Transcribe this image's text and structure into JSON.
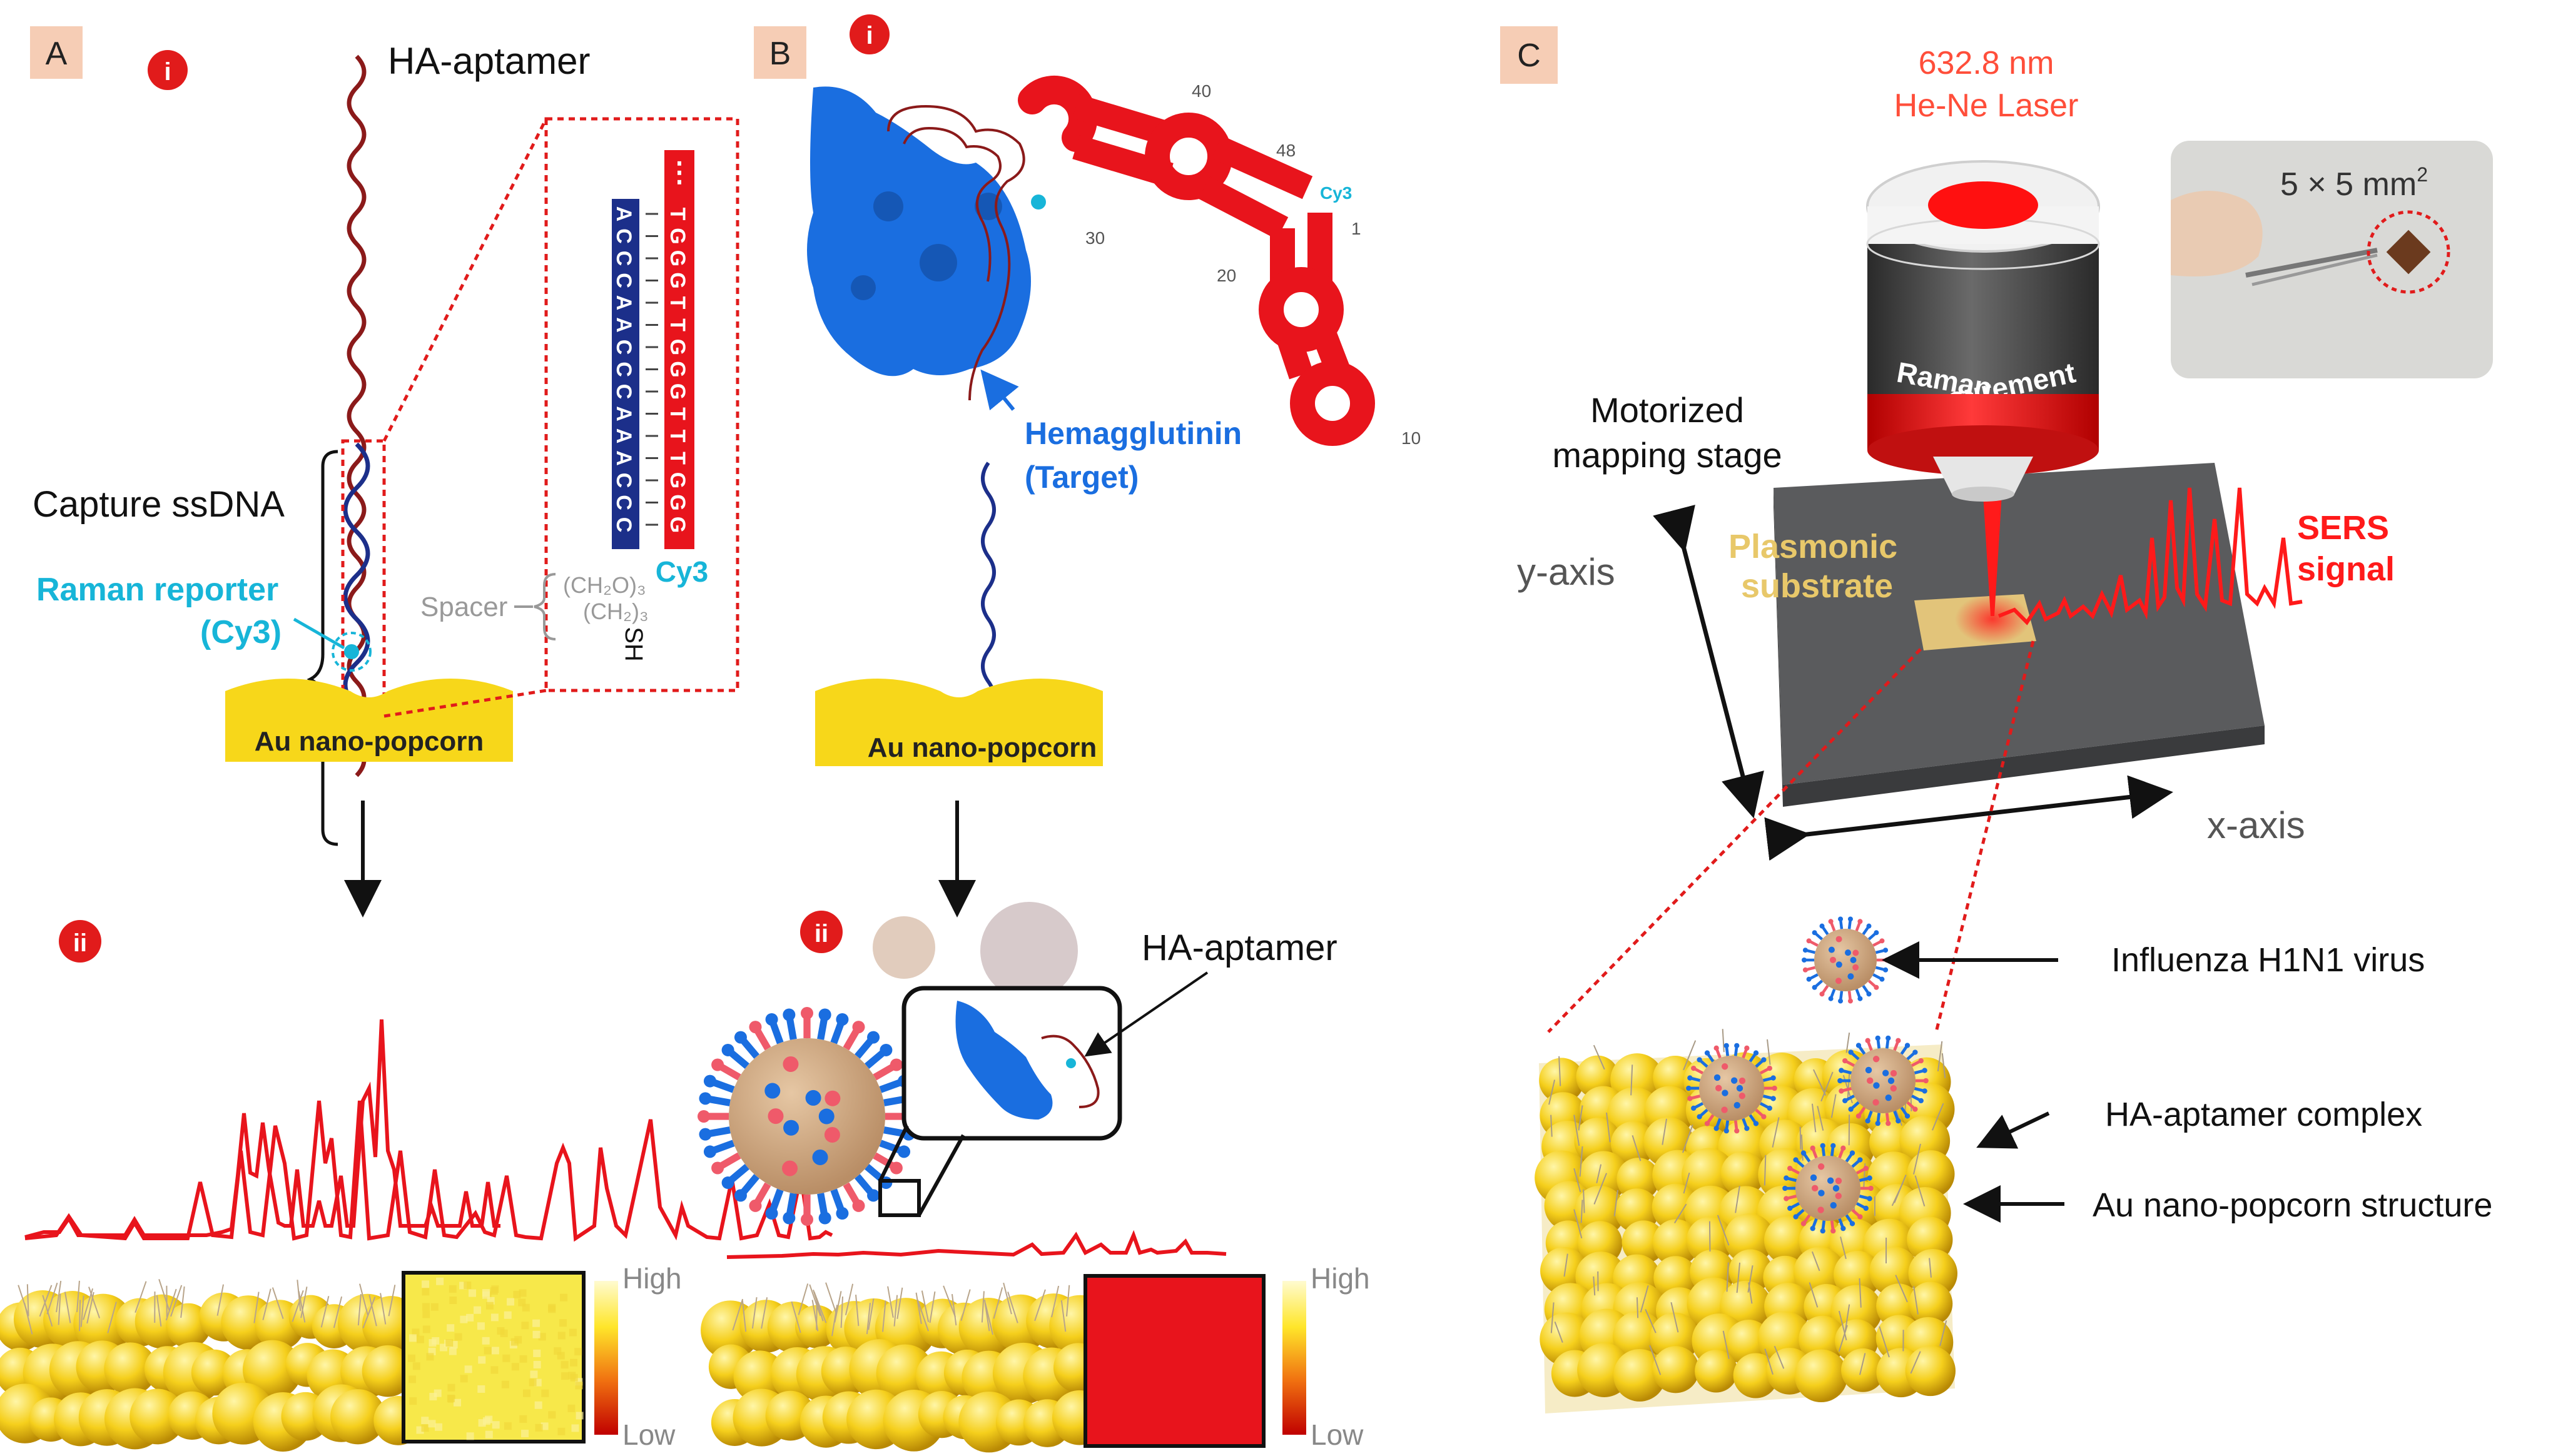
{
  "panel_a": {
    "label": "A",
    "sub_i": "i",
    "sub_ii": "ii",
    "aptamer_label": "HA-aptamer",
    "capture_label": "Capture ssDNA",
    "reporter_line1": "Raman reporter",
    "reporter_line2": "(Cy3)",
    "spacer_label": "Spacer",
    "ch2o": "(CH₂O)₃",
    "ch2": "(CH₂)₃",
    "sh": "SH",
    "substrate_label": "Au nano-popcorn",
    "seq_left": [
      "A",
      "C",
      "C",
      "C",
      "A",
      "A",
      "C",
      "C",
      "C",
      "A",
      "A",
      "A",
      "C",
      "C",
      "C"
    ],
    "seq_right": [
      "T",
      "G",
      "G",
      "G",
      "T",
      "T",
      "G",
      "G",
      "G",
      "T",
      "T",
      "T",
      "G",
      "G",
      "G"
    ],
    "seq_top": "⋮",
    "cy3_label": "Cy3",
    "heatmap_high": "High",
    "heatmap_low": "Low",
    "heatmap_color": "#f7e84a"
  },
  "panel_b": {
    "label": "B",
    "sub_i": "i",
    "sub_ii": "ii",
    "target_line1": "Hemagglutinin",
    "target_line2": "(Target)",
    "substrate_label": "Au nano-popcorn",
    "aptamer_label": "HA-aptamer",
    "numbers": [
      "40",
      "48",
      "30",
      "20",
      "1",
      "10"
    ],
    "cy3_label": "Cy3",
    "heatmap_high": "High",
    "heatmap_low": "Low",
    "heatmap_color": "#e8141c"
  },
  "panel_c": {
    "label": "C",
    "laser_line1": "632.8 nm",
    "laser_line2": "He-Ne Laser",
    "objective_line1": "Raman",
    "objective_line2": "Measurement",
    "photo_label_base": "5 × 5 mm",
    "photo_label_sup": "2",
    "stage_line1": "Motorized",
    "stage_line2": "mapping stage",
    "y_axis": "y-axis",
    "x_axis": "x-axis",
    "substrate_line1": "Plasmonic",
    "substrate_line2": "substrate",
    "sers_line1": "SERS",
    "sers_line2": "signal",
    "virus_label": "Influenza H1N1 virus",
    "complex_label": "HA-aptamer complex",
    "structure_label": "Au nano-popcorn structure"
  },
  "colors": {
    "badge_red": "#e11b1b",
    "panel_tag": "#f6cdb5",
    "aptamer_dark_red": "#8b1a1a",
    "capture_blue": "#1c2f8a",
    "reporter_cyan": "#17b5d8",
    "gold": "#f2d22a",
    "spectrum_red": "#e8141c",
    "protein_blue": "#1a6ee0",
    "stage_grey": "#5a5b5d"
  }
}
